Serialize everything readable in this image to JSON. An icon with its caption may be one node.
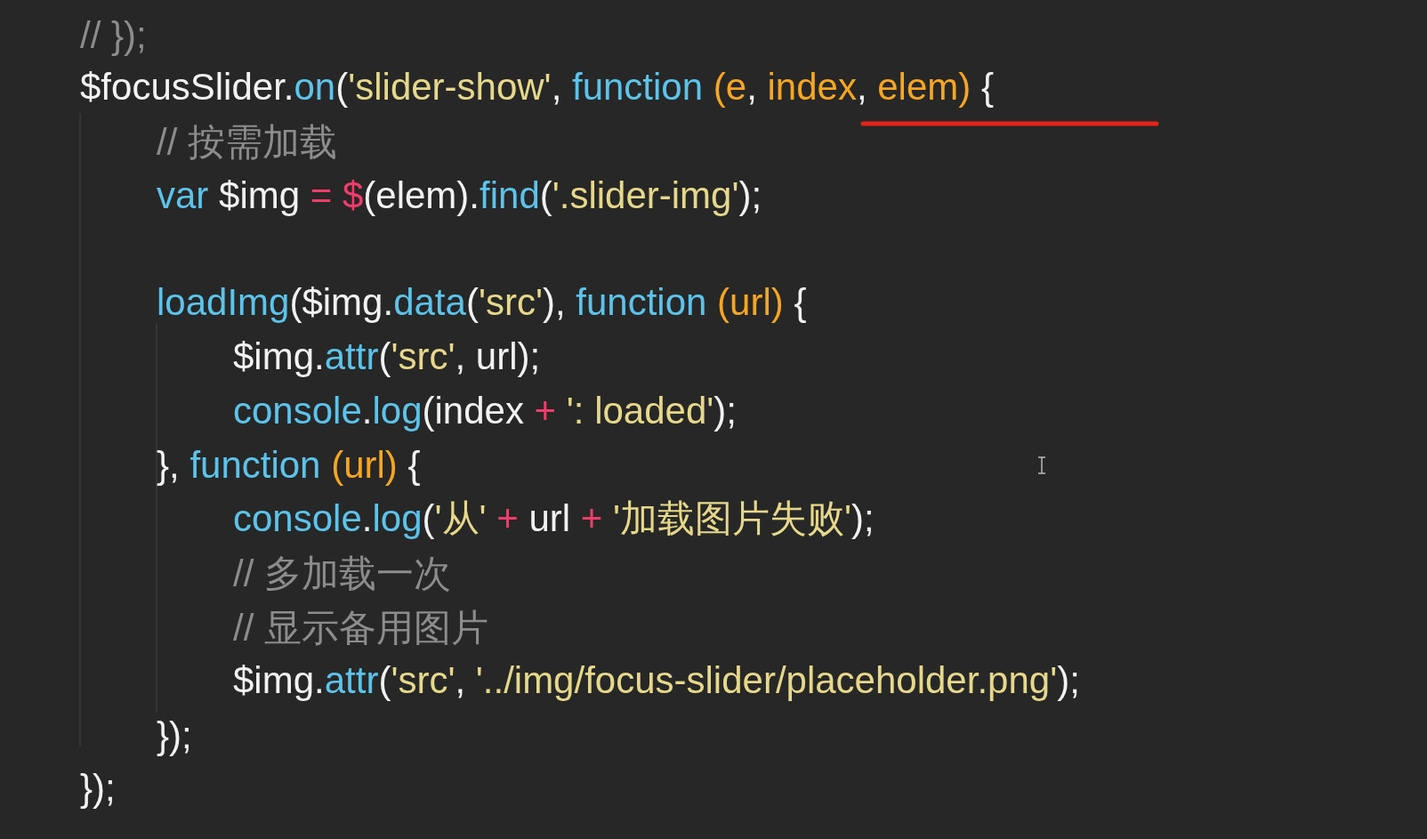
{
  "diagram": {
    "labels": [
      "// });",
      "$focusSlider.on('slider-show', function (e, index, elem) {",
      "// 按需加载",
      "var $img = $(elem).find('.slider-img');",
      "loadImg($img.data('src'), function (url) {",
      "$img.attr('src', url);",
      "console.log(index + ': loaded');",
      "}, function (url) {",
      "console.log('从' + url + '加载图片失败');",
      "// 多加载一次",
      "// 显示备用图片",
      "$img.attr('src', '../img/focus-slider/placeholder.png');",
      "});",
      "});"
    ]
  }
}
